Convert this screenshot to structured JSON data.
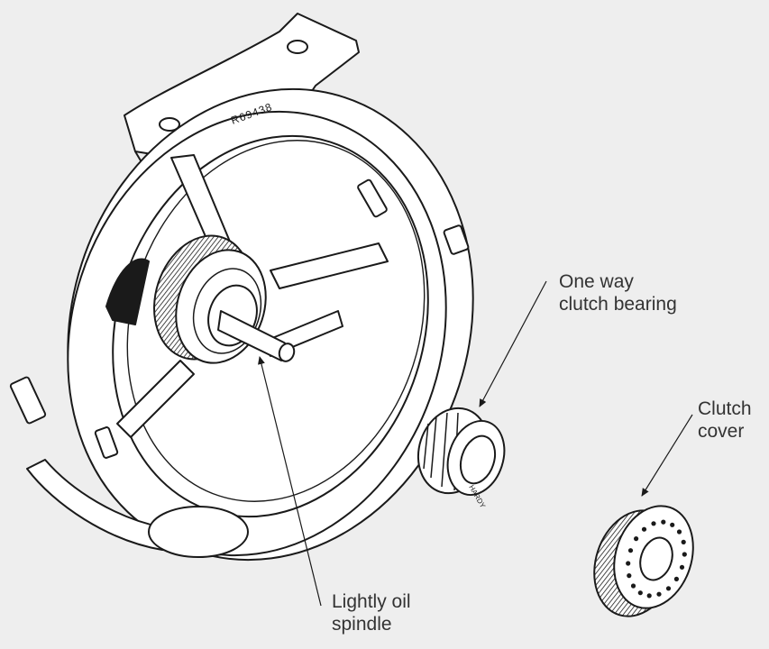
{
  "diagram": {
    "part_number": "R69438",
    "bearing_brand": "HARDY",
    "callouts": {
      "bearing": {
        "line1": "One way",
        "line2": "clutch bearing"
      },
      "cover": {
        "line1": "Clutch",
        "line2": "cover"
      },
      "spindle": {
        "line1": "Lightly oil",
        "line2": "spindle"
      }
    },
    "colors": {
      "background": "#eeeeee",
      "part_fill": "#ffffff",
      "line": "#1a1a1a",
      "text": "#333333"
    }
  }
}
